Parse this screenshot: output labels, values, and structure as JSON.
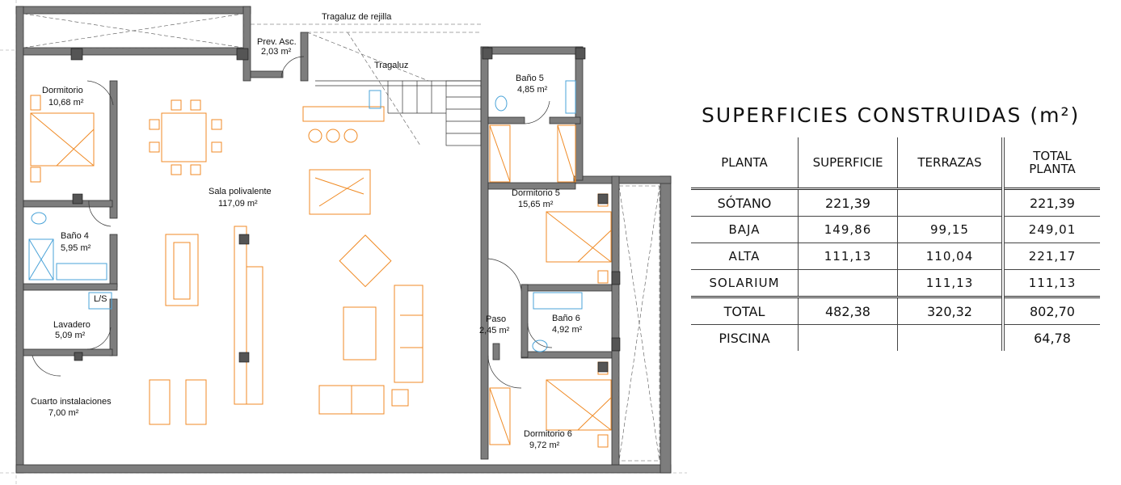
{
  "plan": {
    "labels": {
      "tragaluz_rejilla": "Tragaluz de rejilla",
      "tragaluz": "Tragaluz",
      "prev_asc": "Prev. Asc.",
      "prev_asc_area": "2,03 m²",
      "dormitorio": "Dormitorio",
      "dormitorio_area": "10,68 m²",
      "bano4": "Baño 4",
      "bano4_area": "5,95 m²",
      "ls": "L/S",
      "lavadero": "Lavadero",
      "lavadero_area": "5,09 m²",
      "cuarto": "Cuarto instalaciones",
      "cuarto_area": "7,00 m²",
      "sala": "Sala polivalente",
      "sala_area": "117,09 m²",
      "bano5": "Baño 5",
      "bano5_area": "4,85 m²",
      "dorm5": "Dormitorio 5",
      "dorm5_area": "15,65 m²",
      "paso": "Paso",
      "paso_area": "2,45 m²",
      "bano6": "Baño 6",
      "bano6_area": "4,92 m²",
      "dorm6": "Dormitorio 6",
      "dorm6_area": "9,72 m²"
    },
    "colors": {
      "wall": "#7d7d7d",
      "furniture": "#f08a24",
      "fixture": "#4aa3d8",
      "line": "#222222"
    }
  },
  "table": {
    "title": "SUPERFICIES  CONSTRUIDAS  (m²)",
    "headers": [
      "PLANTA",
      "SUPERFICIE",
      "TERRAZAS",
      "TOTAL PLANTA"
    ],
    "header_total_line1": "TOTAL",
    "header_total_line2": "PLANTA",
    "rows": [
      [
        "SÓTANO",
        "221,39",
        "",
        "221,39"
      ],
      [
        "BAJA",
        "149,86",
        "99,15",
        "249,01"
      ],
      [
        "ALTA",
        "111,13",
        "110,04",
        "221,17"
      ],
      [
        "SOLARIUM",
        "",
        "111,13",
        "111,13"
      ],
      [
        "TOTAL",
        "482,38",
        "320,32",
        "802,70"
      ],
      [
        "PISCINA",
        "",
        "",
        "64,78"
      ]
    ]
  }
}
